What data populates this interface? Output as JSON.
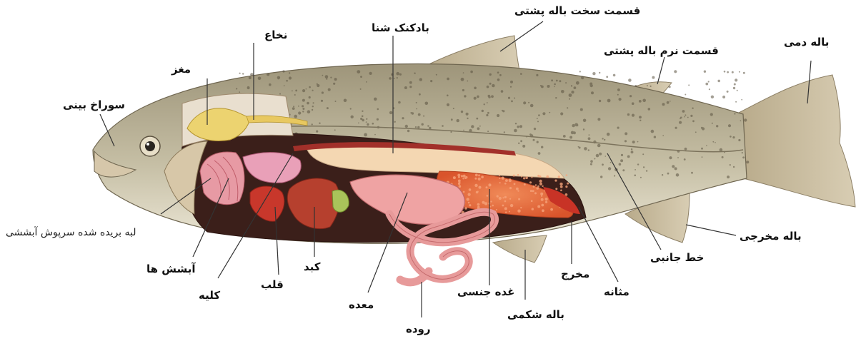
{
  "labels": {
    "tail_fin": "باله دمی",
    "spiny_dorsal": "قسمت سخت باله پشتی",
    "soft_dorsal": "قسمت نرم باله پشتی",
    "swim_bladder": "بادکنک شنا",
    "spinal_cord": "نخاع",
    "brain": "مغز",
    "nostril": "سوراخ بینی",
    "gill_cover_cut": "لبه بریده شده سرپوش آبششی",
    "gills": "آبشش ها",
    "kidney": "کلیه",
    "heart": "قلب",
    "liver": "کبد",
    "stomach": "معده",
    "intestine": "روده",
    "gonad": "غده جنسی",
    "pelvic_fin": "باله شکمی",
    "anus": "مخرج",
    "bladder": "مثانه",
    "lateral_line": "خط جانبی",
    "anal_fin": "باله مخرجی"
  },
  "colors": {
    "body_back": "#a59c7c",
    "body_belly": "#e6e0cc",
    "cavity": "#3a1d18",
    "gonad": "#e2673a",
    "organ_pink": "#efa3a3",
    "liver": "#b43c2c",
    "swim_bladder": "#f4d7b2",
    "brain": "#ead26c",
    "fin": "#c9bca0"
  }
}
